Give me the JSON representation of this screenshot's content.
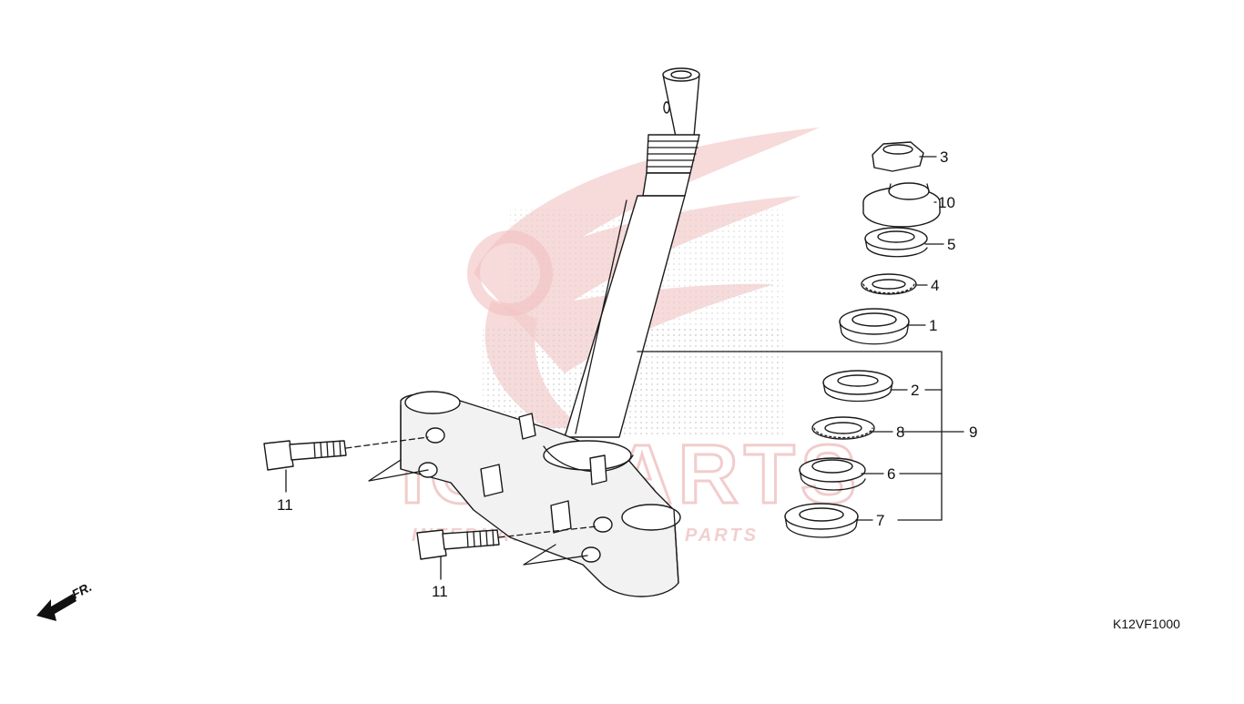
{
  "diagram_code": "K12VF1000",
  "direction_label": "FR.",
  "watermark": {
    "brand": "ICSPARTS",
    "tagline": "INTERNATIONAL SPARE PARTS"
  },
  "callouts": [
    {
      "id": "p3",
      "label": "3"
    },
    {
      "id": "p10",
      "label": "10"
    },
    {
      "id": "p5",
      "label": "5"
    },
    {
      "id": "p4",
      "label": "4"
    },
    {
      "id": "p1",
      "label": "1"
    },
    {
      "id": "p2",
      "label": "2"
    },
    {
      "id": "p8",
      "label": "8"
    },
    {
      "id": "p9",
      "label": "9"
    },
    {
      "id": "p6",
      "label": "6"
    },
    {
      "id": "p7",
      "label": "7"
    },
    {
      "id": "p11a",
      "label": "11"
    },
    {
      "id": "p11b",
      "label": "11"
    }
  ],
  "colors": {
    "line": "#1a1a1a",
    "watermark": "#e9a3a3"
  }
}
